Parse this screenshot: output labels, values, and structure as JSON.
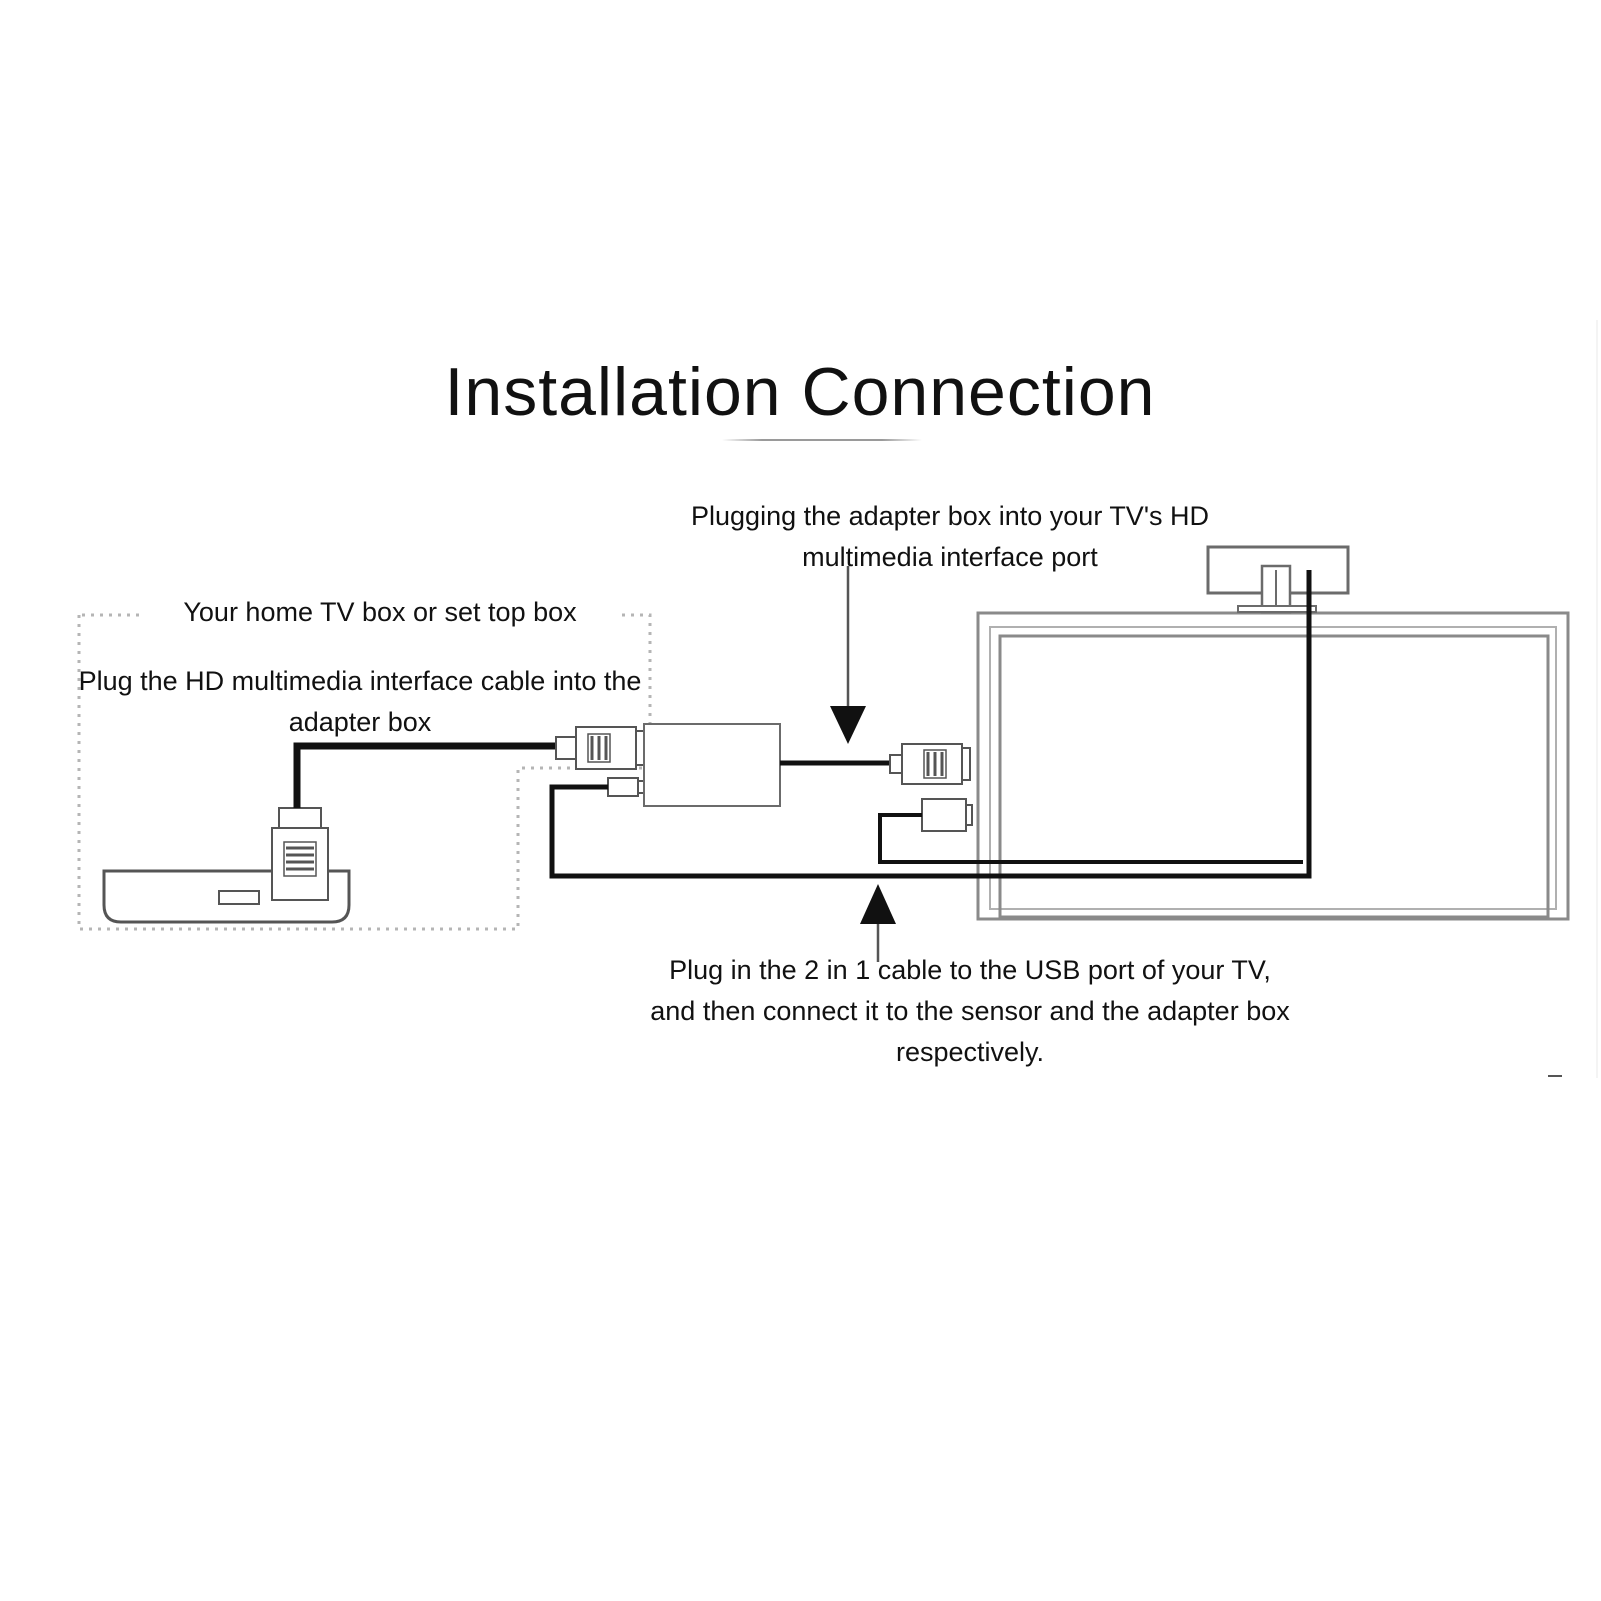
{
  "diagram": {
    "title": "Installation Connection",
    "labels": {
      "adapter_port": {
        "line1": "Plugging the adapter box into your TV's HD",
        "line2": "multimedia interface port"
      },
      "home_box": {
        "line1": "Your home TV box or set top box"
      },
      "hdmi_cable": {
        "line1": "Plug the HD multimedia interface cable into the",
        "line2": "adapter box"
      },
      "usb_cable": {
        "line1": "Plug in the 2 in 1 cable to the USB port of your TV,",
        "line2": "and then connect it to the sensor and the adapter box",
        "line3": "respectively."
      }
    },
    "colors": {
      "background": "#ffffff",
      "ink": "#111111",
      "outline": "#6b6b6b",
      "dotted_frame": "#b5b5b5"
    }
  }
}
